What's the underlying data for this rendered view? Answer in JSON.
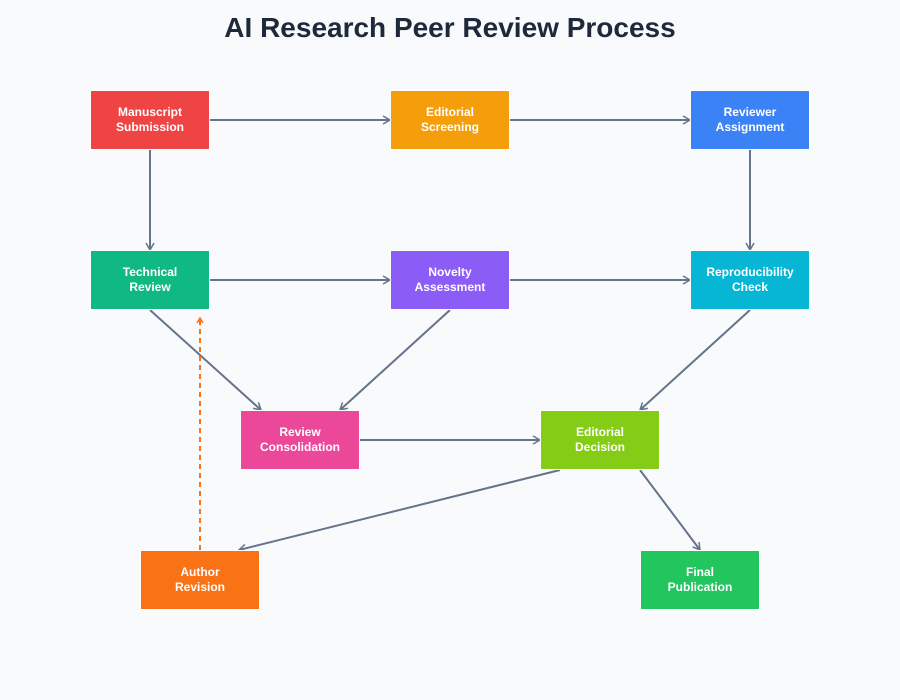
{
  "title": "AI Research Peer Review Process",
  "nodes": [
    {
      "id": "manuscript",
      "l1": "Manuscript",
      "l2": "Submission",
      "color": "#ef4444"
    },
    {
      "id": "screening",
      "l1": "Editorial",
      "l2": "Screening",
      "color": "#f59e0b"
    },
    {
      "id": "assignment",
      "l1": "Reviewer",
      "l2": "Assignment",
      "color": "#3b82f6"
    },
    {
      "id": "technical",
      "l1": "Technical",
      "l2": "Review",
      "color": "#10b981"
    },
    {
      "id": "novelty",
      "l1": "Novelty",
      "l2": "Assessment",
      "color": "#8b5cf6"
    },
    {
      "id": "reproducibility",
      "l1": "Reproducibility",
      "l2": "Check",
      "color": "#06b6d4"
    },
    {
      "id": "consolidation",
      "l1": "Review",
      "l2": "Consolidation",
      "color": "#ec4899"
    },
    {
      "id": "decision",
      "l1": "Editorial",
      "l2": "Decision",
      "color": "#84cc16"
    },
    {
      "id": "revision",
      "l1": "Author",
      "l2": "Revision",
      "color": "#f97316"
    },
    {
      "id": "publication",
      "l1": "Final",
      "l2": "Publication",
      "color": "#22c55e"
    }
  ],
  "edges": [
    {
      "from": "manuscript",
      "to": "screening",
      "style": "solid"
    },
    {
      "from": "screening",
      "to": "assignment",
      "style": "solid"
    },
    {
      "from": "manuscript",
      "to": "technical",
      "style": "solid"
    },
    {
      "from": "assignment",
      "to": "reproducibility",
      "style": "solid"
    },
    {
      "from": "technical",
      "to": "novelty",
      "style": "solid"
    },
    {
      "from": "novelty",
      "to": "reproducibility",
      "style": "solid"
    },
    {
      "from": "technical",
      "to": "consolidation",
      "style": "solid"
    },
    {
      "from": "novelty",
      "to": "consolidation",
      "style": "solid"
    },
    {
      "from": "reproducibility",
      "to": "decision",
      "style": "solid"
    },
    {
      "from": "consolidation",
      "to": "decision",
      "style": "solid"
    },
    {
      "from": "decision",
      "to": "revision",
      "style": "solid"
    },
    {
      "from": "decision",
      "to": "publication",
      "style": "solid"
    },
    {
      "from": "revision",
      "to": "technical",
      "style": "dashed"
    }
  ],
  "colors": {
    "edge": "#64748b",
    "feedback": "#f97316"
  }
}
